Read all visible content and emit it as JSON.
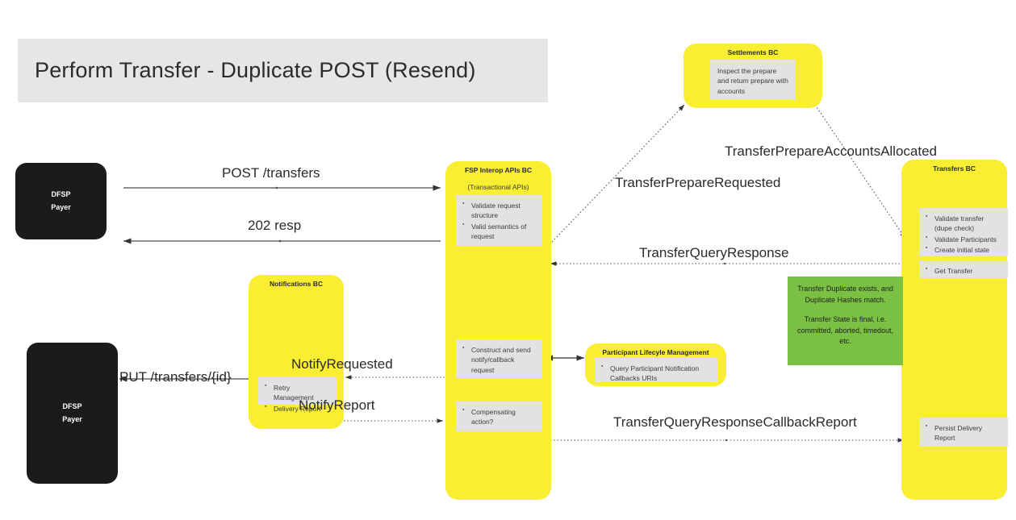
{
  "diagram": {
    "title": "Perform Transfer - Duplicate POST (Resend)",
    "colors": {
      "bounded_context": "#faee32",
      "actor": "#1b1b1b",
      "note": "#e2e2e2",
      "highlight": "#7ac143",
      "banner": "#e6e6e6"
    }
  },
  "actors": {
    "payer_top": {
      "line1": "DFSP",
      "line2": "Payer"
    },
    "payer_bottom": {
      "line1": "DFSP",
      "line2": "Payer"
    }
  },
  "contexts": {
    "fsp_interop": {
      "title": "FSP Interop APIs BC",
      "subtitle": "(Transactional APIs)",
      "note_validate": [
        "Validate request structure",
        "Valid semantics of request"
      ],
      "note_construct": [
        "Construct and send notify/callback request"
      ],
      "note_compensating": [
        "Compensating action?"
      ]
    },
    "settlements": {
      "title": "Settlements BC",
      "note": "Inspect the prepare and return prepare with accounts"
    },
    "transfers": {
      "title": "Transfers BC",
      "note_validate": [
        "Validate transfer (dupe check)",
        "Validate Participants",
        "Create initial state"
      ],
      "note_get": [
        "Get Transfer"
      ],
      "note_persist": [
        "Persist Delivery Report"
      ]
    },
    "notifications": {
      "title": "Notifications BC",
      "note": [
        "Retry Management",
        "Delivery Report"
      ]
    },
    "participant_lifecycle": {
      "title": "Participant Lifecyle Management",
      "note": [
        "Query Participant Notification Callbacks URIs"
      ]
    }
  },
  "highlight": {
    "line1": "Transfer Duplicate exists, and Duplicate Hashes match.",
    "line2": "Transfer State is final, i.e. committed, aborted, timedout, etc."
  },
  "edges": {
    "post_transfers": "POST /transfers",
    "resp_202": "202 resp",
    "put_transfers_id": "PUT /transfers/{id}",
    "transfer_prepare_requested": "TransferPrepareRequested",
    "transfer_prepare_accounts_allocated": "TransferPrepareAccountsAllocated",
    "transfer_query_response": "TransferQueryResponse",
    "notify_requested": "NotifyRequested",
    "notify_report": "NotifyReport",
    "transfer_query_response_callback_report": "TransferQueryResponseCallbackReport"
  }
}
